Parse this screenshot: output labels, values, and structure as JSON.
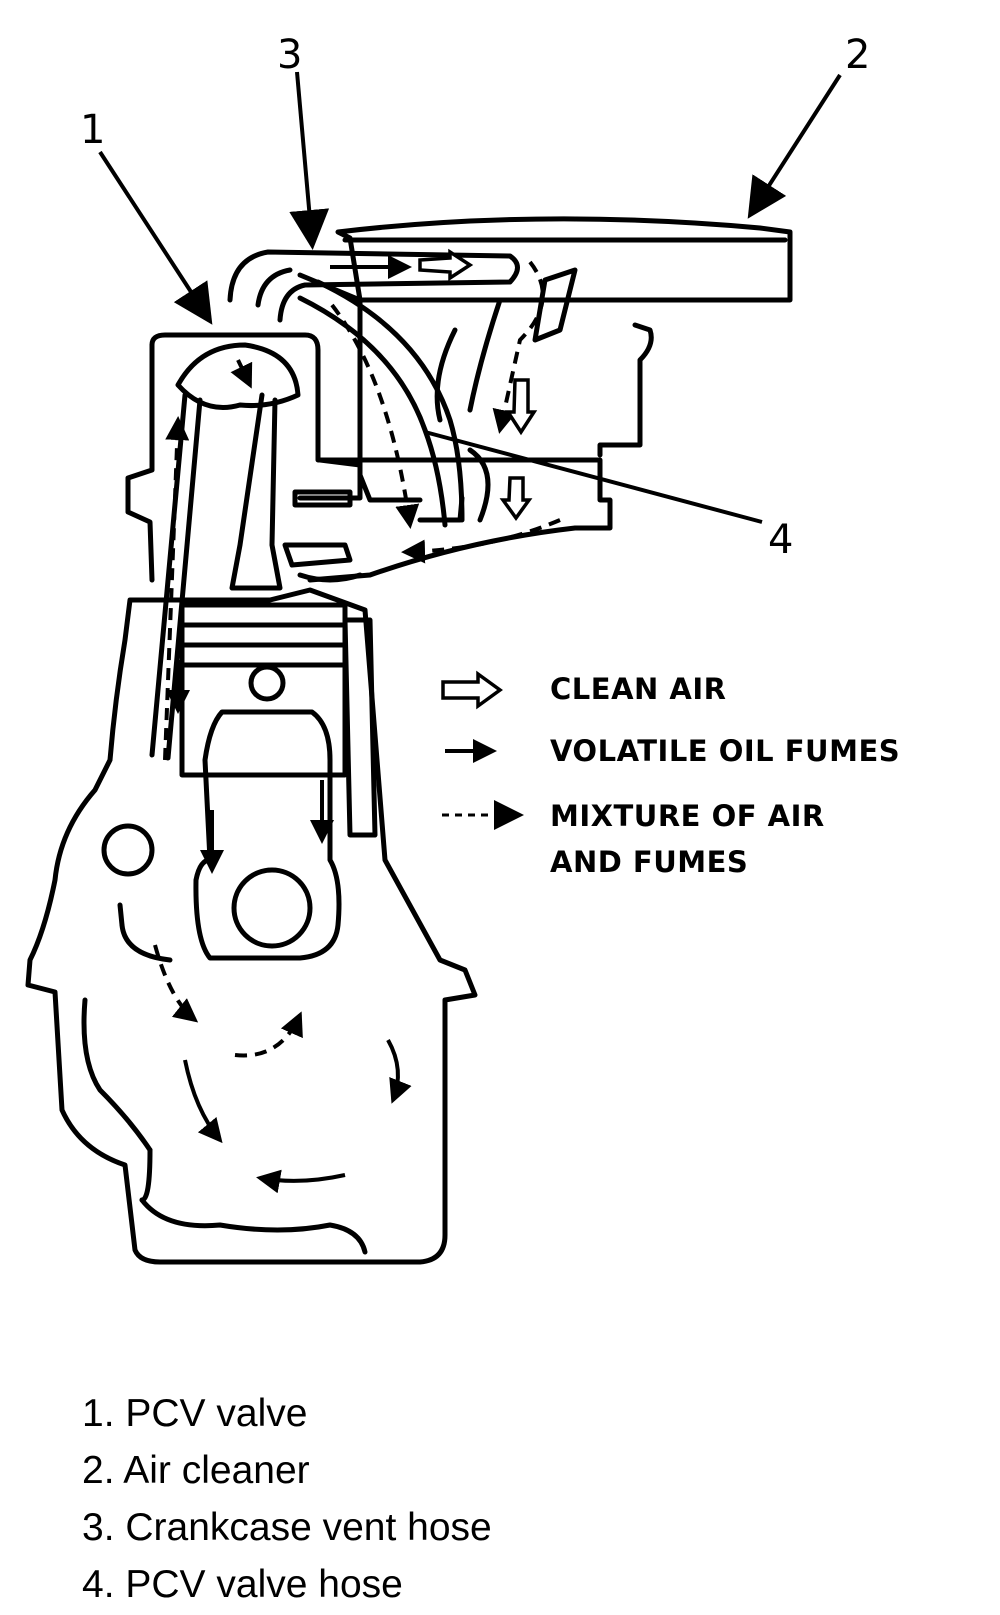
{
  "callouts": [
    {
      "num": "1"
    },
    {
      "num": "2"
    },
    {
      "num": "3"
    },
    {
      "num": "4"
    }
  ],
  "legend": [
    {
      "symbol": "hollow-arrow-icon",
      "label": "CLEAN AIR"
    },
    {
      "symbol": "solid-arrow-icon",
      "label": "VOLATILE OIL FUMES"
    },
    {
      "symbol": "dashed-arrow-icon",
      "label_line1": "MIXTURE OF AIR",
      "label_line2": "AND FUMES"
    }
  ],
  "key": [
    {
      "num": "1",
      "label": "PCV valve"
    },
    {
      "num": "2",
      "label": "Air cleaner"
    },
    {
      "num": "3",
      "label": "Crankcase vent hose"
    },
    {
      "num": "4",
      "label": "PCV valve hose"
    }
  ],
  "colors": {
    "ink": "#000000",
    "paper": "#ffffff"
  }
}
